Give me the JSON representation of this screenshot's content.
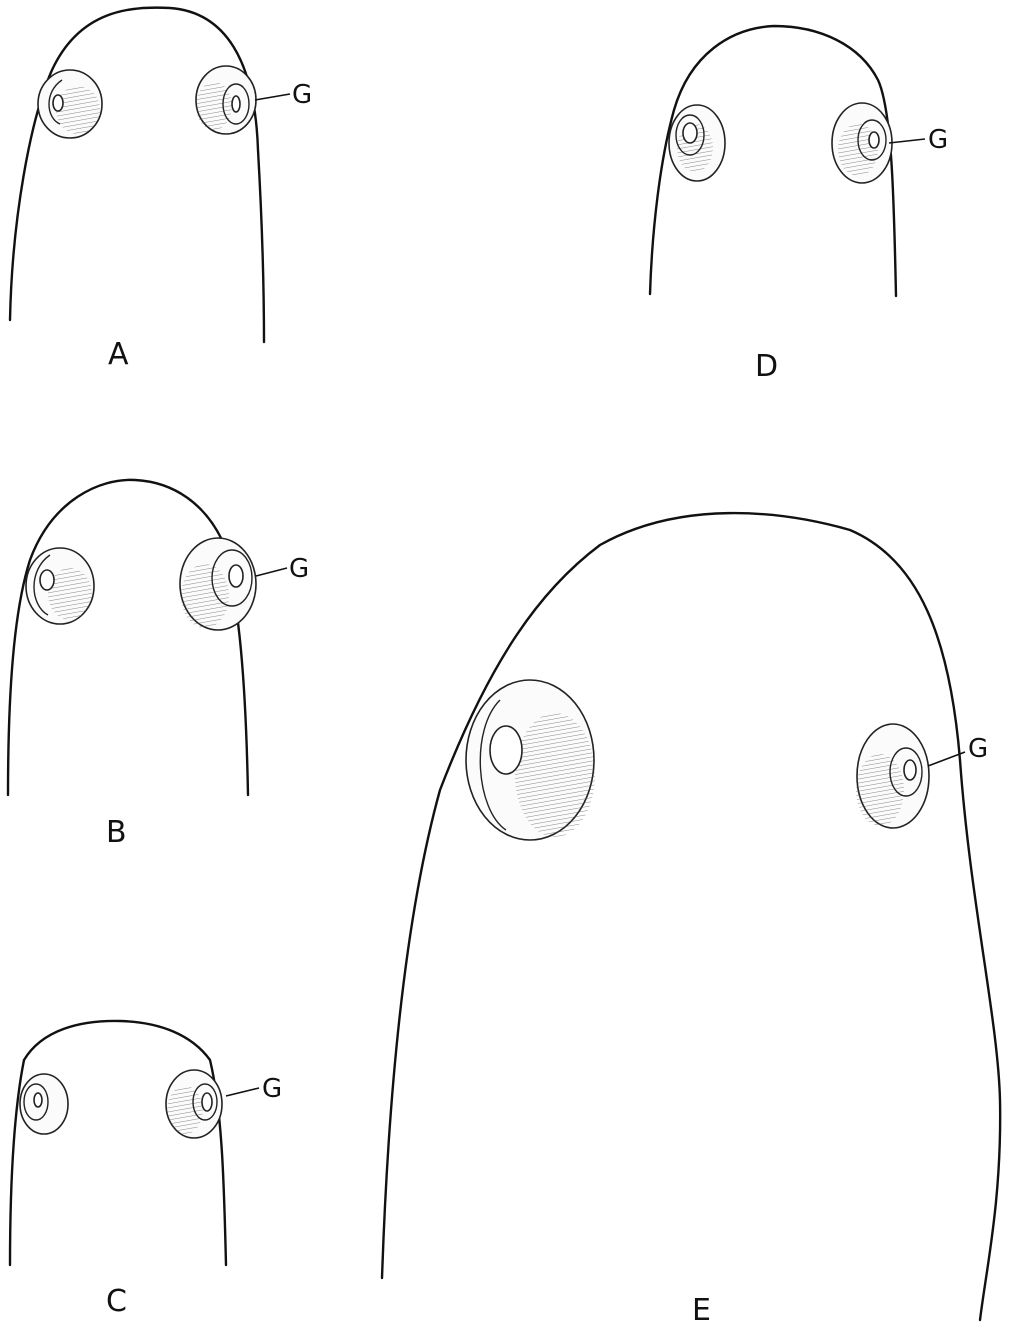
{
  "figures": [
    {
      "id": "A",
      "label": "A",
      "gland_label": "G"
    },
    {
      "id": "B",
      "label": "B",
      "gland_label": "G"
    },
    {
      "id": "C",
      "label": "C",
      "gland_label": "G"
    },
    {
      "id": "D",
      "label": "D",
      "gland_label": "G"
    },
    {
      "id": "E",
      "label": "E",
      "gland_label": "G"
    }
  ]
}
